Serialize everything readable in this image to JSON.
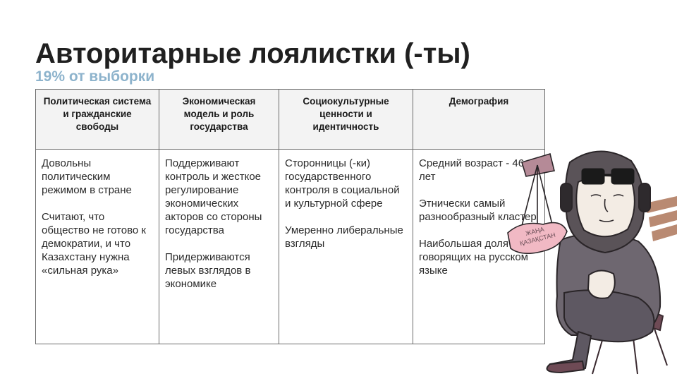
{
  "title": "Авторитарные лоялистки (-ты)",
  "subtitle": "19% от выборки",
  "table": {
    "headers": [
      "Политическая система и гражданские свободы",
      "Экономическая модель и роль государства",
      "Социокультурные ценности и идентичность",
      "Демография"
    ],
    "cells": [
      [
        "Довольны политическим режимом в стране",
        "Считают, что общество не готово к демократии, и что Казахстану нужна «сильная рука»"
      ],
      [
        "Поддерживают контроль и жесткое регулирование экономических акторов со стороны государства",
        "Придерживаются левых взглядов в экономике"
      ],
      [
        "Сторонницы (-ки) государственного контроля в социальной и культурной сфере",
        "Умеренно либеральные взгляды"
      ],
      [
        "Средний возраст - 46 лет",
        "Этнически самый разнообразный кластер",
        "Наибольшая доля говорящих на русском языке"
      ]
    ]
  },
  "illustration": {
    "map_label_line1": "ЖАҢА",
    "map_label_line2": "ҚАЗАҚСТАН",
    "colors": {
      "hat": "#5a5358",
      "sweater": "#6e6770",
      "skin": "#f3ece4",
      "map": "#f1b9c4",
      "flag": "#b58a97",
      "chair": "#6e4a55",
      "stripes": "#b98a72"
    }
  }
}
